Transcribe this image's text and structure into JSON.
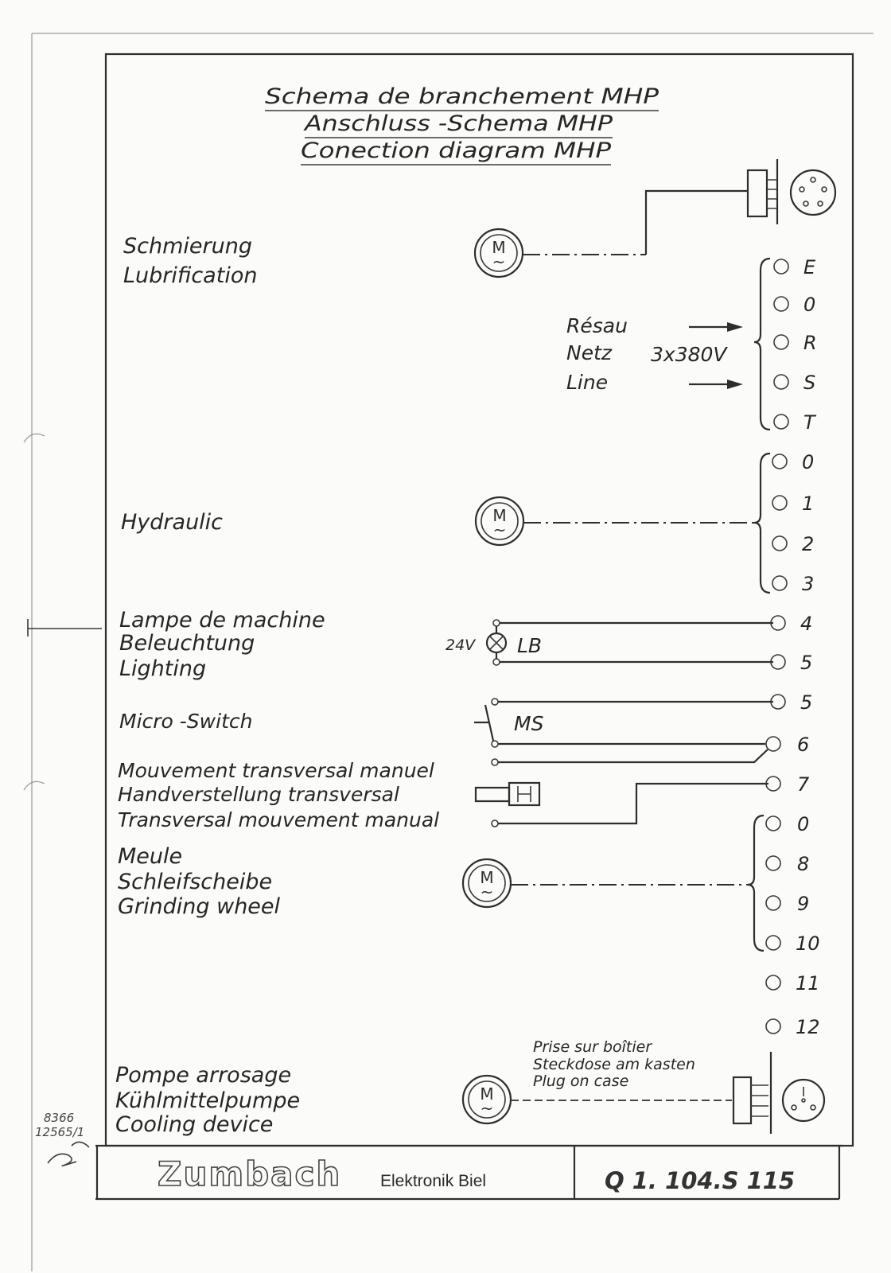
{
  "title": {
    "line1": "Schema de branchement MHP",
    "line2": "Anschluss -Schema MHP",
    "line3": "Conection diagram MHP"
  },
  "symbols": {
    "motor": "M",
    "ac": "~"
  },
  "lubrification": {
    "label_de": "Schmierung",
    "label_en": "Lubrification"
  },
  "network": {
    "label_fr": "Résau",
    "label_de": "Netz",
    "label_en": "Line",
    "voltage": "3x380V"
  },
  "hydraulic": {
    "label": "Hydraulic"
  },
  "lighting": {
    "label_fr": "Lampe de machine",
    "label_de": "Beleuchtung",
    "label_en": "Lighting",
    "voltage": "24V",
    "code": "LB"
  },
  "micro_switch": {
    "label": "Micro -Switch",
    "code": "MS"
  },
  "transversal": {
    "label_fr": "Mouvement transversal manuel",
    "label_de": "Handverstellung transversal",
    "label_en": "Transversal mouvement manual"
  },
  "grinding_wheel": {
    "label_fr": "Meule",
    "label_de": "Schleifscheibe",
    "label_en": "Grinding wheel"
  },
  "cooling": {
    "label_fr": "Pompe arrosage",
    "label_de": "Kühlmittelpumpe",
    "label_en": "Cooling device"
  },
  "plug_note": {
    "line1": "Prise sur boîtier",
    "line2": "Steckdose am kasten",
    "line3": "Plug on case"
  },
  "terminals": [
    "E",
    "0",
    "R",
    "S",
    "T",
    "0",
    "1",
    "2",
    "3",
    "4",
    "5",
    "5",
    "6",
    "7",
    "0",
    "8",
    "9",
    "10",
    "11",
    "12"
  ],
  "handwritten": {
    "line1": "8366",
    "line2": "12565/1"
  },
  "title_block": {
    "logo": "Zumbach",
    "company": "Elektronik Biel",
    "drawing_number": "Q 1. 104.S 115"
  }
}
